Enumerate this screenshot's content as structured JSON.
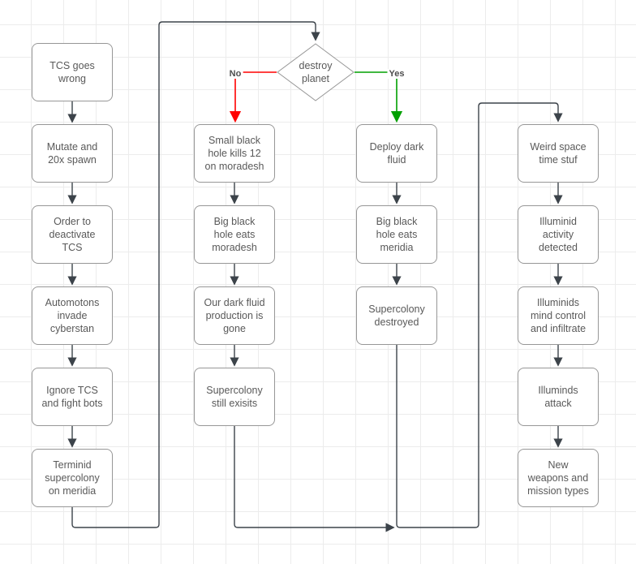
{
  "nodes": {
    "tcs_goes_wrong": {
      "label": "TCS goes\nwrong"
    },
    "mutate_spawn": {
      "label": "Mutate and\n20x spawn"
    },
    "order_deactivate": {
      "label": "Order to\ndeactivate\nTCS"
    },
    "automotons_invade": {
      "label": "Automotons\ninvade\ncyberstan"
    },
    "ignore_tcs": {
      "label": "Ignore TCS\nand fight bots"
    },
    "terminid_supercolony": {
      "label": "Terminid\nsupercolony\non meridia"
    },
    "small_black_hole": {
      "label": "Small black\nhole kills 12\non moradesh"
    },
    "big_hole_moradesh": {
      "label": "Big black\nhole eats\nmoradesh"
    },
    "dark_fluid_gone": {
      "label": "Our dark fluid\nproduction is\ngone"
    },
    "supercolony_still": {
      "label": "Supercolony\nstill exisits"
    },
    "deploy_dark_fluid": {
      "label": "Deploy dark\nfluid"
    },
    "big_hole_meridia": {
      "label": "Big black\nhole eats\nmeridia"
    },
    "supercolony_destroyed": {
      "label": "Supercolony\ndestroyed"
    },
    "weird_space": {
      "label": "Weird space\ntime stuf"
    },
    "illuminid_activity": {
      "label": "Illuminid\nactivity\ndetected"
    },
    "illuminids_mind": {
      "label": "Illuminids\nmind control\nand infiltrate"
    },
    "illuminds_attack": {
      "label": "Illuminds\nattack"
    },
    "new_weapons": {
      "label": "New\nweapons and\nmission types"
    },
    "decision": {
      "label": "destroy\nplanet"
    }
  },
  "edge_labels": {
    "no": "No",
    "yes": "Yes"
  },
  "colors": {
    "edge": "#3c434a",
    "no_branch": "#ff0000",
    "yes_branch": "#00a000",
    "node_border": "#979797",
    "node_text": "#595959",
    "grid": "#ececec"
  }
}
